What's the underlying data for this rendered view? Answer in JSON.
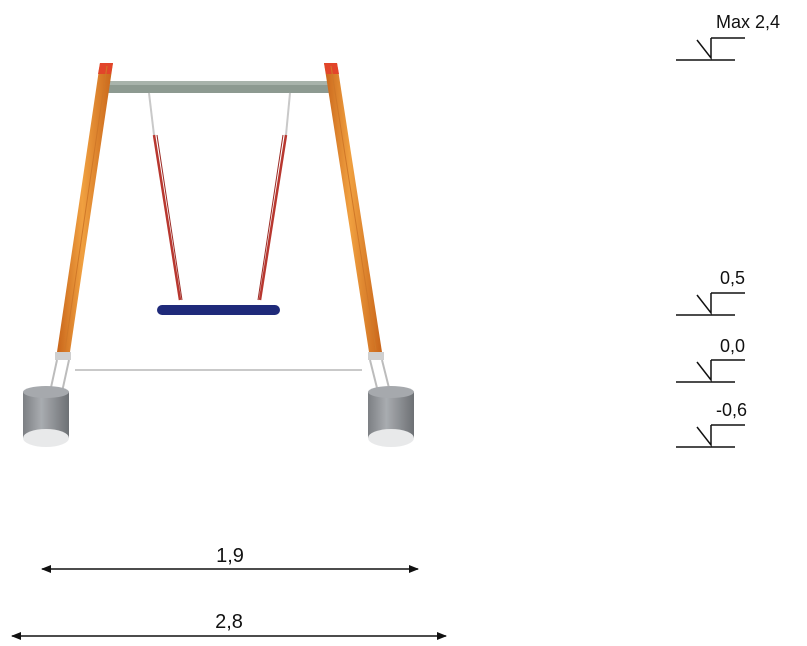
{
  "level_markers": [
    {
      "label": "Max 2,4"
    },
    {
      "label": "0,5"
    },
    {
      "label": "0,0"
    },
    {
      "label": "-0,6"
    }
  ],
  "dimensions": [
    {
      "label": "1,9"
    },
    {
      "label": "2,8"
    }
  ],
  "colors": {
    "posts": "#e58a2a",
    "post_caps": "#e2452a",
    "crossbeam": "#8d9a91",
    "ropes": "#b8372f",
    "seat": "#1f2a7a",
    "footings": "#8f9296",
    "lines": "#111111"
  }
}
